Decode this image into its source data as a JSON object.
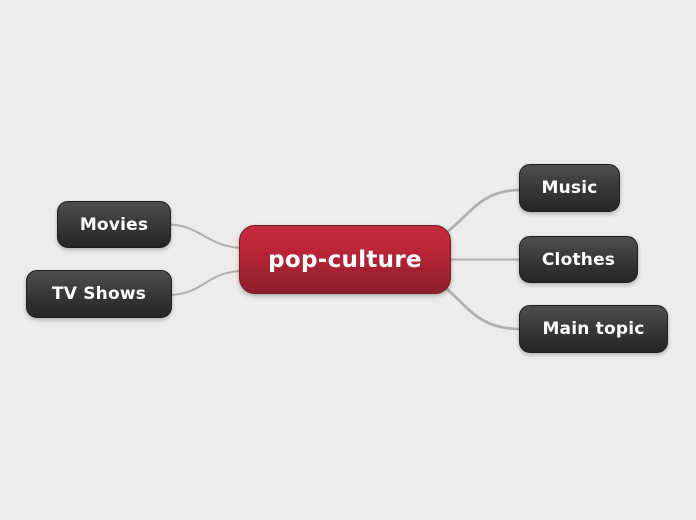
{
  "diagram": {
    "type": "mindmap",
    "background_color": "#ececec",
    "connector_color": "#b0b0b0",
    "central": {
      "label": "pop-culture",
      "color_top": "#c52b3e",
      "color_bottom": "#8d1e2b",
      "text_color": "#ffffff"
    },
    "topic_style": {
      "color_top": "#4e4e4e",
      "color_bottom": "#262626",
      "text_color": "#ffffff"
    },
    "topics": [
      {
        "id": "movies",
        "label": "Movies",
        "side": "left"
      },
      {
        "id": "tv-shows",
        "label": "TV Shows",
        "side": "left"
      },
      {
        "id": "music",
        "label": "Music",
        "side": "right"
      },
      {
        "id": "clothes",
        "label": "Clothes",
        "side": "right"
      },
      {
        "id": "main-topic",
        "label": "Main topic",
        "side": "right"
      }
    ]
  }
}
